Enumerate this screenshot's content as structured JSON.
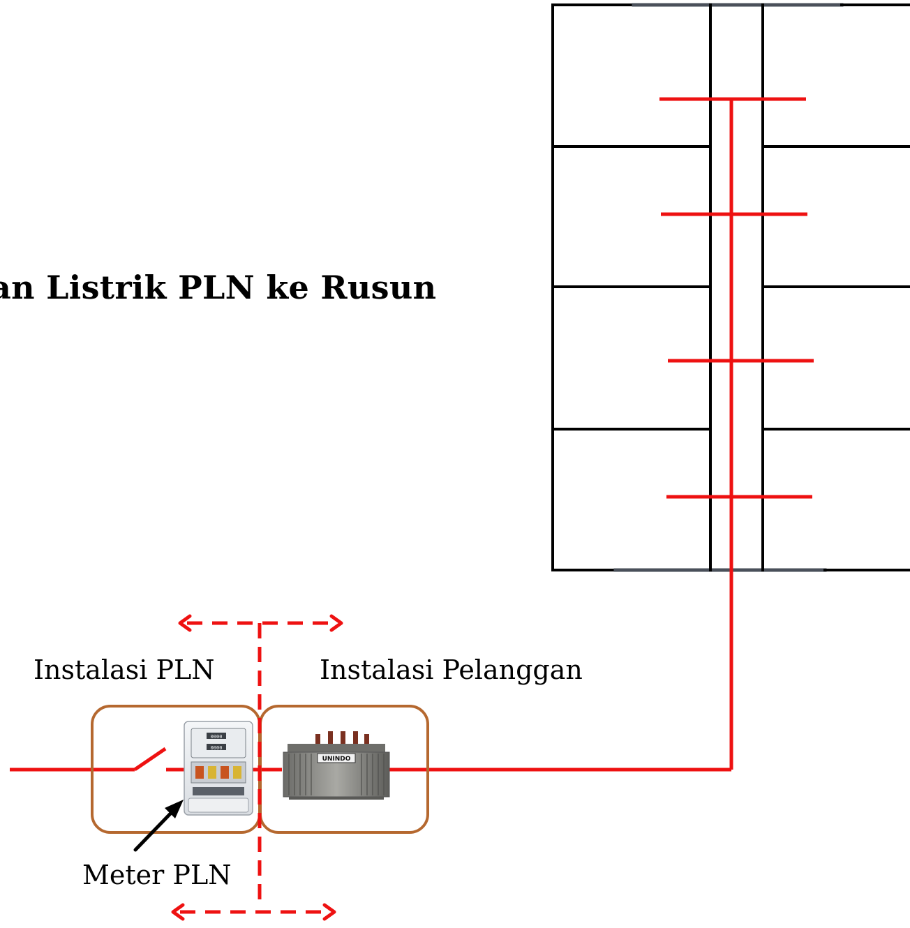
{
  "title": "an Listrik PLN ke Rusun",
  "labels": {
    "instalasi_pln": "Instalasi PLN",
    "instalasi_pelanggan": "Instalasi Pelanggan",
    "meter_pln": "Meter PLN"
  },
  "transformer_brand": "UNINDO",
  "meter_display": {
    "row1": "0000",
    "row2": "0000"
  },
  "colors": {
    "line_red": "#ee1111",
    "box_brown": "#b5682f",
    "building_black": "#000000",
    "building_gray": "#4a505a"
  }
}
